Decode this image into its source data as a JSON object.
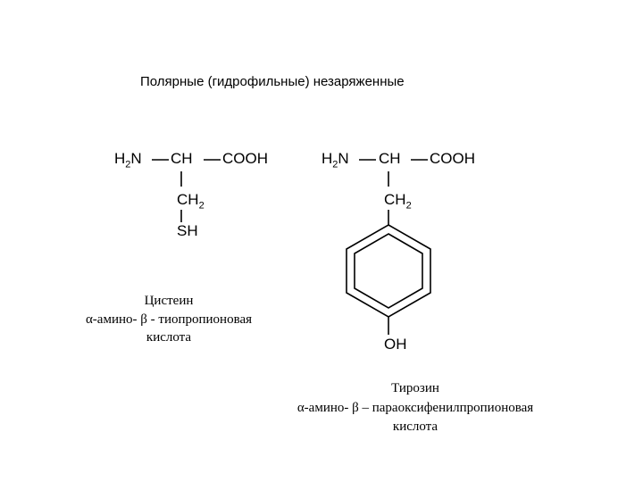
{
  "title": "Полярные (гидрофильные) незаряженные",
  "cysteine": {
    "amine": "H",
    "amine_sub": "2",
    "amine_n": "N",
    "ch": "CH",
    "cooh": "COOH",
    "ch2": "CH",
    "ch2_sub": "2",
    "sh": "SH",
    "name": "Цистеин",
    "desc_line1": "α-амино- β - тиопропионовая",
    "desc_line2": "кислота"
  },
  "tyrosine": {
    "amine": "H",
    "amine_sub": "2",
    "amine_n": "N",
    "ch": "CH",
    "cooh": "COOH",
    "ch2": "CH",
    "ch2_sub": "2",
    "oh": "OH",
    "name": "Тирозин",
    "desc_line1": "α-амино- β – параоксифенилпропионовая",
    "desc_line2": "кислота"
  }
}
